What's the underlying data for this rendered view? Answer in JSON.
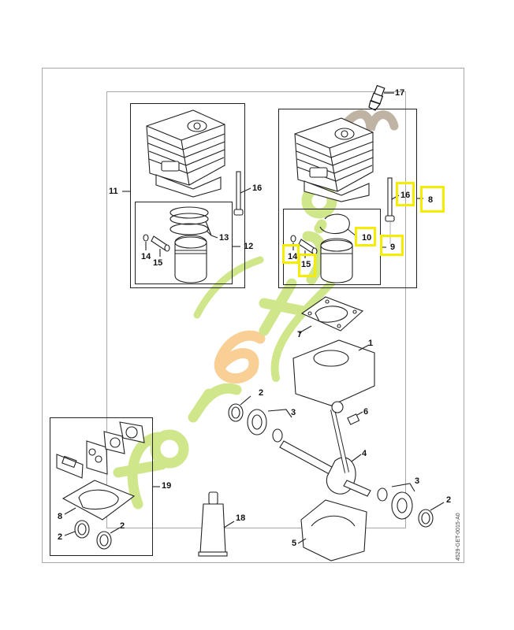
{
  "diagram": {
    "type": "exploded-parts-diagram",
    "subject": "two-stroke engine crankcase, cylinder and piston assembly",
    "drawing_code": "4529-GET-0015-A0",
    "watermark": {
      "text": "foretjardin.com",
      "colors": {
        "green": "#cfe68a",
        "orange": "#f9cf95",
        "gray": "#bfb4a4"
      }
    },
    "highlight_color": "#f5ec00",
    "groups": [
      {
        "id": "11",
        "name": "cylinder-piston-set-left",
        "label": "11"
      },
      {
        "id": "12",
        "name": "piston-kit-left",
        "label": "12"
      },
      {
        "id": "8",
        "name": "cylinder-piston-set-right",
        "label": "8"
      },
      {
        "id": "9",
        "name": "piston-kit-right",
        "label": "9"
      },
      {
        "id": "19",
        "name": "gasket-set",
        "label": "19"
      }
    ],
    "callouts": [
      {
        "label": "17",
        "part": "spark plug"
      },
      {
        "label": "11",
        "part": "cylinder with piston (set)"
      },
      {
        "label": "16",
        "part": "cylinder bolt (left set)"
      },
      {
        "label": "13",
        "part": "piston rings"
      },
      {
        "label": "12",
        "part": "piston kit"
      },
      {
        "label": "14",
        "part": "snap ring (left)"
      },
      {
        "label": "15",
        "part": "piston pin (left)"
      },
      {
        "label": "16",
        "part": "cylinder bolt (right set)",
        "highlighted": true
      },
      {
        "label": "8",
        "part": "cylinder with piston (right set)",
        "highlighted": true
      },
      {
        "label": "10",
        "part": "piston ring",
        "highlighted": true
      },
      {
        "label": "9",
        "part": "piston kit (right)",
        "highlighted": true
      },
      {
        "label": "14",
        "part": "snap ring (right)",
        "highlighted": true
      },
      {
        "label": "15",
        "part": "piston pin (right)",
        "highlighted": true
      },
      {
        "label": "7",
        "part": "cylinder gasket"
      },
      {
        "label": "1",
        "part": "crankcase upper half"
      },
      {
        "label": "2",
        "part": "oil seal (upper left)"
      },
      {
        "label": "3",
        "part": "ball bearing (left)"
      },
      {
        "label": "6",
        "part": "needle cage"
      },
      {
        "label": "4",
        "part": "crankshaft"
      },
      {
        "label": "3",
        "part": "ball bearing (right)"
      },
      {
        "label": "2",
        "part": "oil seal (right)"
      },
      {
        "label": "5",
        "part": "crankcase lower half"
      },
      {
        "label": "18",
        "part": "grease tube"
      },
      {
        "label": "19",
        "part": "gasket set"
      },
      {
        "label": "8",
        "part": "cylinder gasket (gasket set)"
      },
      {
        "label": "2",
        "part": "oil seal (gasket set a)"
      },
      {
        "label": "2",
        "part": "oil seal (gasket set b)"
      }
    ]
  }
}
